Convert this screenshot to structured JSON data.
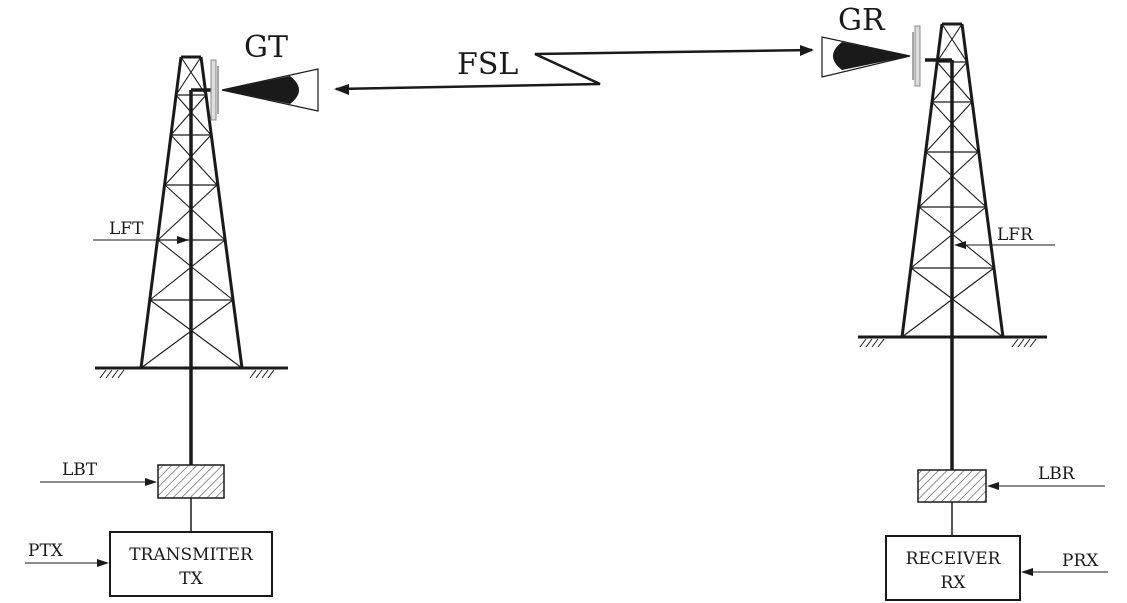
{
  "labels": {
    "gt": "GT",
    "gr": "GR",
    "fsl": "FSL",
    "lft": "LFT",
    "lfr": "LFR",
    "lbt": "LBT",
    "lbr": "LBR",
    "ptx": "PTX",
    "prx": "PRX"
  },
  "transmitter": {
    "line1": "TRANSMITER",
    "line2": "TX"
  },
  "receiver": {
    "line1": "RECEIVER",
    "line2": "RX"
  },
  "colors": {
    "ink": "#1a1a1a",
    "hatch": "#555555",
    "antenna": "#888888"
  }
}
